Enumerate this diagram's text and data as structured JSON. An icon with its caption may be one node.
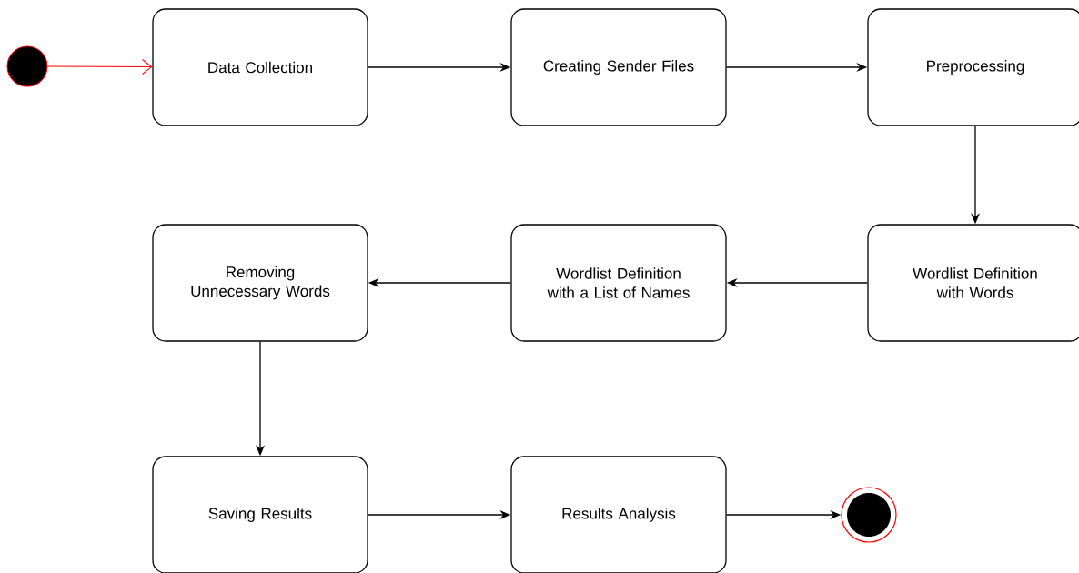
{
  "diagram": {
    "nodes": [
      {
        "text": [],
        "shape": "circle"
      },
      {
        "text": [
          "Data Collection"
        ]
      },
      {
        "text": [
          "Creating Sender Files"
        ]
      },
      {
        "text": [
          "Preprocessing"
        ]
      },
      {
        "text": [
          "Wordlist Definition with Words"
        ]
      },
      {
        "text": [
          "Wordlist Definition with a List of Names"
        ]
      },
      {
        "text": [
          "Removing Unnecessary Words"
        ]
      },
      {
        "text": [
          "Saving Results"
        ]
      },
      {
        "text": [
          "Results Analysis"
        ]
      },
      {
        "text": [],
        "shape": "bullseye"
      }
    ],
    "edges": [
      {
        "from": 0,
        "to": 1,
        "arrow": "to",
        "color": "#ff0000"
      },
      {
        "from": 1,
        "to": 2,
        "arrow": "to"
      },
      {
        "from": 2,
        "to": 3,
        "arrow": "to"
      },
      {
        "from": 3,
        "to": 4,
        "arrow": "to"
      },
      {
        "from": 4,
        "to": 5,
        "arrow": "to"
      },
      {
        "from": 5,
        "to": 6,
        "arrow": "to"
      },
      {
        "from": 6,
        "to": 7,
        "arrow": "to"
      },
      {
        "from": 7,
        "to": 8,
        "arrow": "to"
      },
      {
        "from": 8,
        "to": 9,
        "arrow": "to"
      }
    ]
  }
}
